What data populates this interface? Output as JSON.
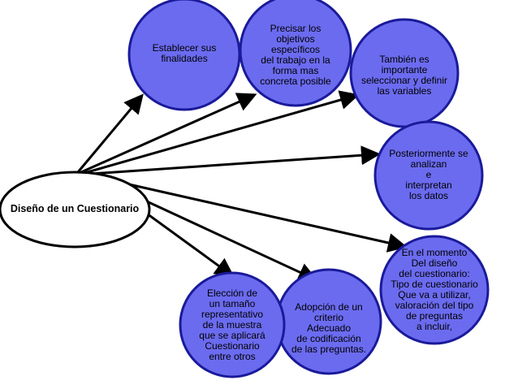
{
  "center": {
    "label": "Diseño de un Cuestionario"
  },
  "colors": {
    "fill": "#6b6bf0",
    "stroke": "#1a1a9a",
    "arrow": "#000000",
    "center_fill": "#ffffff"
  },
  "nodes": [
    {
      "id": "finalidades",
      "label": "Establecer sus\nfinalidades"
    },
    {
      "id": "objetivos",
      "label": "Precisar los\nobjetivos\nespecíficos\ndel trabajo en la\nforma mas\nconcreta posible"
    },
    {
      "id": "variables",
      "label": "También es\nimportante\nseleccionar y definir\nlas variables"
    },
    {
      "id": "analizan",
      "label": "Posteriormente se\nanalizan\ne\ninterpretan\nlos datos"
    },
    {
      "id": "momento",
      "label": "En el momento\nDel diseño\ndel cuestionario:\nTipo de cuestionario\nQue va a utilizar,\nvaloración del tipo\nde preguntas\na incluir,"
    },
    {
      "id": "criterio",
      "label": "Adopción de un\ncriterio\nAdecuado\nde codificación\nde las preguntas."
    },
    {
      "id": "muestra",
      "label": "Elección de\nun tamaño\nrepresentativo\nde la muestra\nque se aplicará\nCuestionario\nentre otros"
    }
  ]
}
